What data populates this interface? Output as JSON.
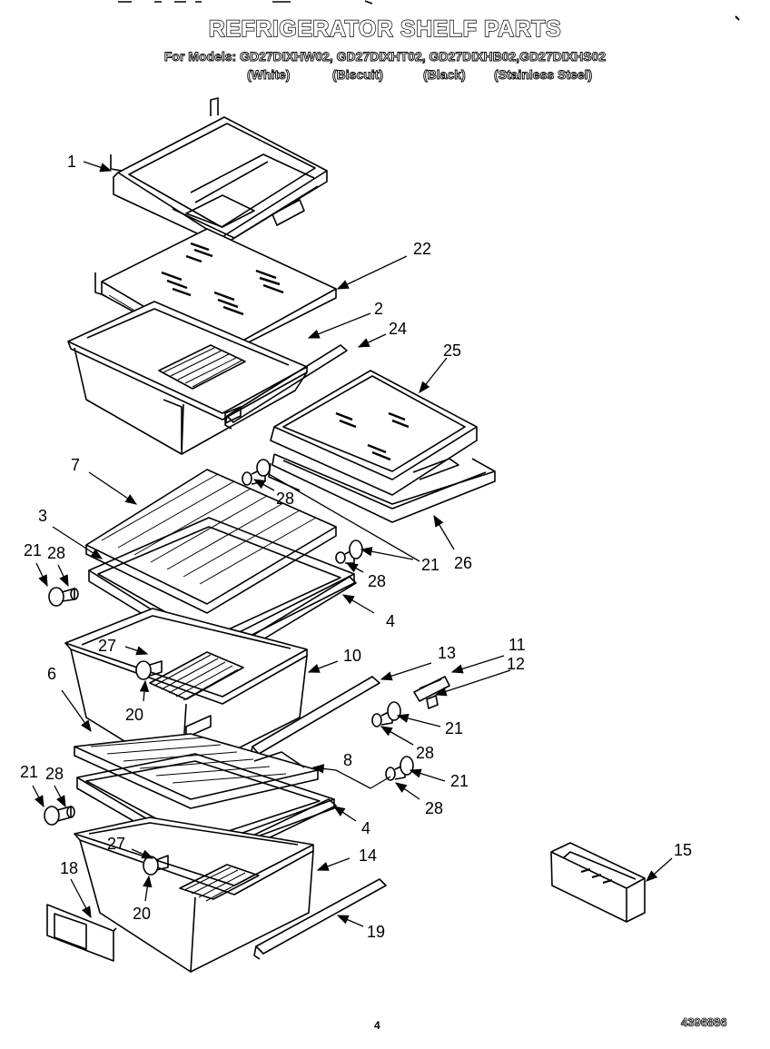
{
  "title": "REFRIGERATOR SHELF PARTS",
  "subtitle": "For Models: GD27DIXHW02, GD27DIXHT02, GD27DIXHB02,GD27DIXHS02",
  "model_colors": [
    "(White)",
    "(Biscuit)",
    "(Black)",
    "(Stainless Steel)"
  ],
  "page_number": "4",
  "document_number": "4396886",
  "callouts": [
    "1",
    "22",
    "2",
    "24",
    "25",
    "7",
    "28",
    "3",
    "21",
    "28",
    "21",
    "26",
    "28",
    "4",
    "27",
    "10",
    "13",
    "11",
    "12",
    "6",
    "20",
    "21",
    "28",
    "8",
    "21",
    "21",
    "28",
    "28",
    "4",
    "27",
    "14",
    "15",
    "18",
    "20",
    "19"
  ]
}
